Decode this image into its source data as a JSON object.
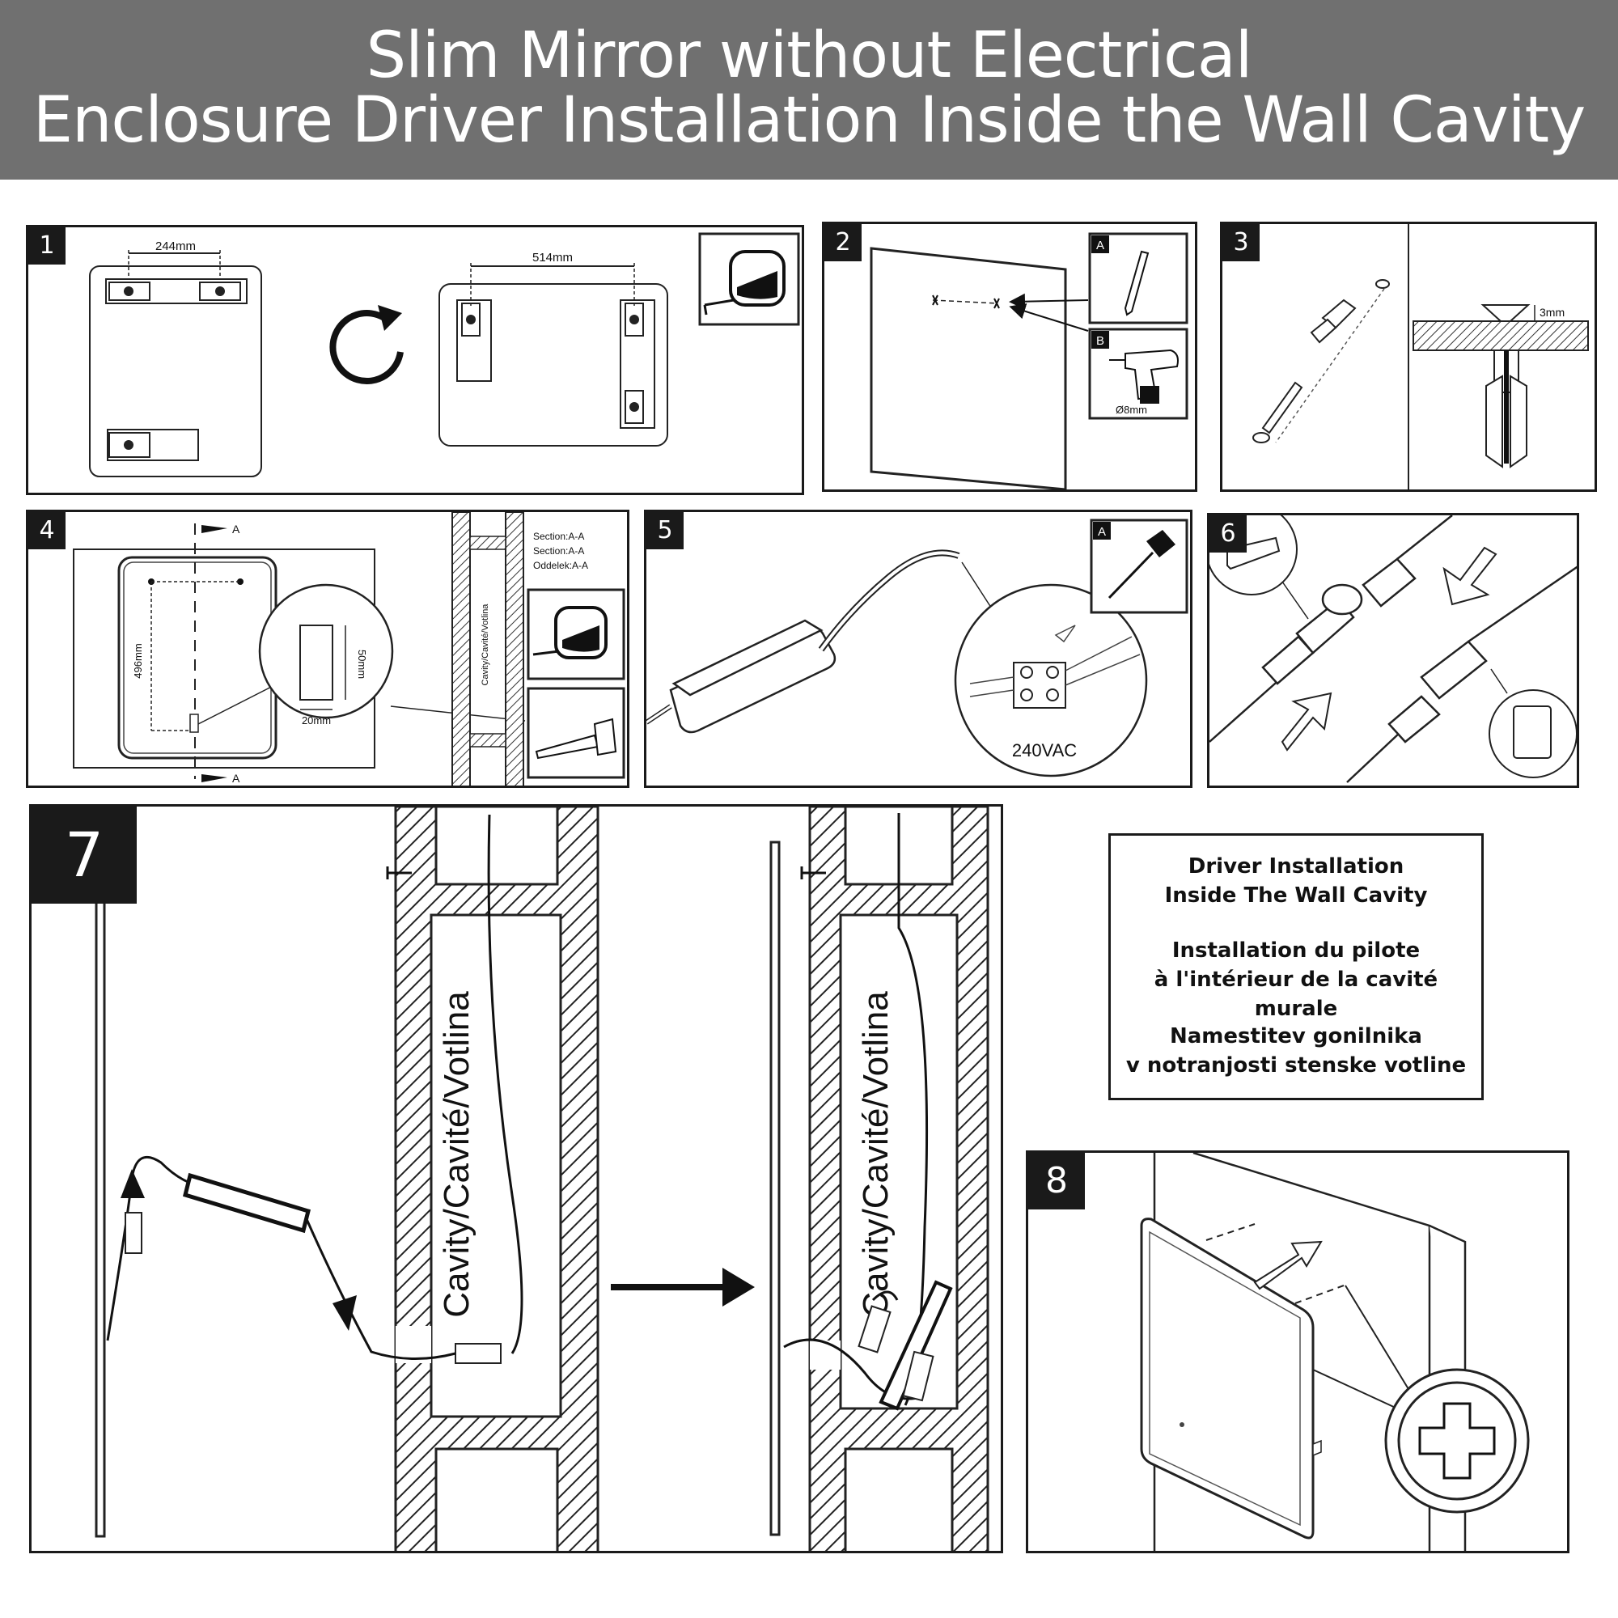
{
  "header": {
    "title_line1": "Slim Mirror without Electrical",
    "title_line2": "Enclosure Driver Installation Inside the Wall Cavity"
  },
  "steps": {
    "s1": {
      "number": "1",
      "dim_top": "244mm",
      "dim_rotated": "514mm"
    },
    "s2": {
      "number": "2",
      "label_a": "A",
      "label_b": "B",
      "drill_size": "Ø8mm"
    },
    "s3": {
      "number": "3",
      "depth": "3mm"
    },
    "s4": {
      "number": "4",
      "section_marker": "A",
      "height_dim": "496mm",
      "hole_height": "50mm",
      "hole_width": "20mm",
      "section_line1": "Section:A-A",
      "section_line2": "Section:A-A",
      "section_line3": "Oddelek:A-A",
      "cavity_label": "Cavity/Cavité/Votlina"
    },
    "s5": {
      "number": "5",
      "label_a": "A",
      "voltage": "240VAC"
    },
    "s6": {
      "number": "6"
    },
    "s7": {
      "number": "7",
      "cavity_label": "Cavity/Cavité/Votlina"
    },
    "s8": {
      "number": "8"
    }
  },
  "legend": {
    "en_line1": "Driver Installation",
    "en_line2": "Inside The Wall Cavity",
    "fr_line1": "Installation du pilote",
    "fr_line2": "à l'intérieur de la cavité murale",
    "sl_line1": "Namestitev gonilnika",
    "sl_line2": "v notranjosti stenske votline"
  }
}
